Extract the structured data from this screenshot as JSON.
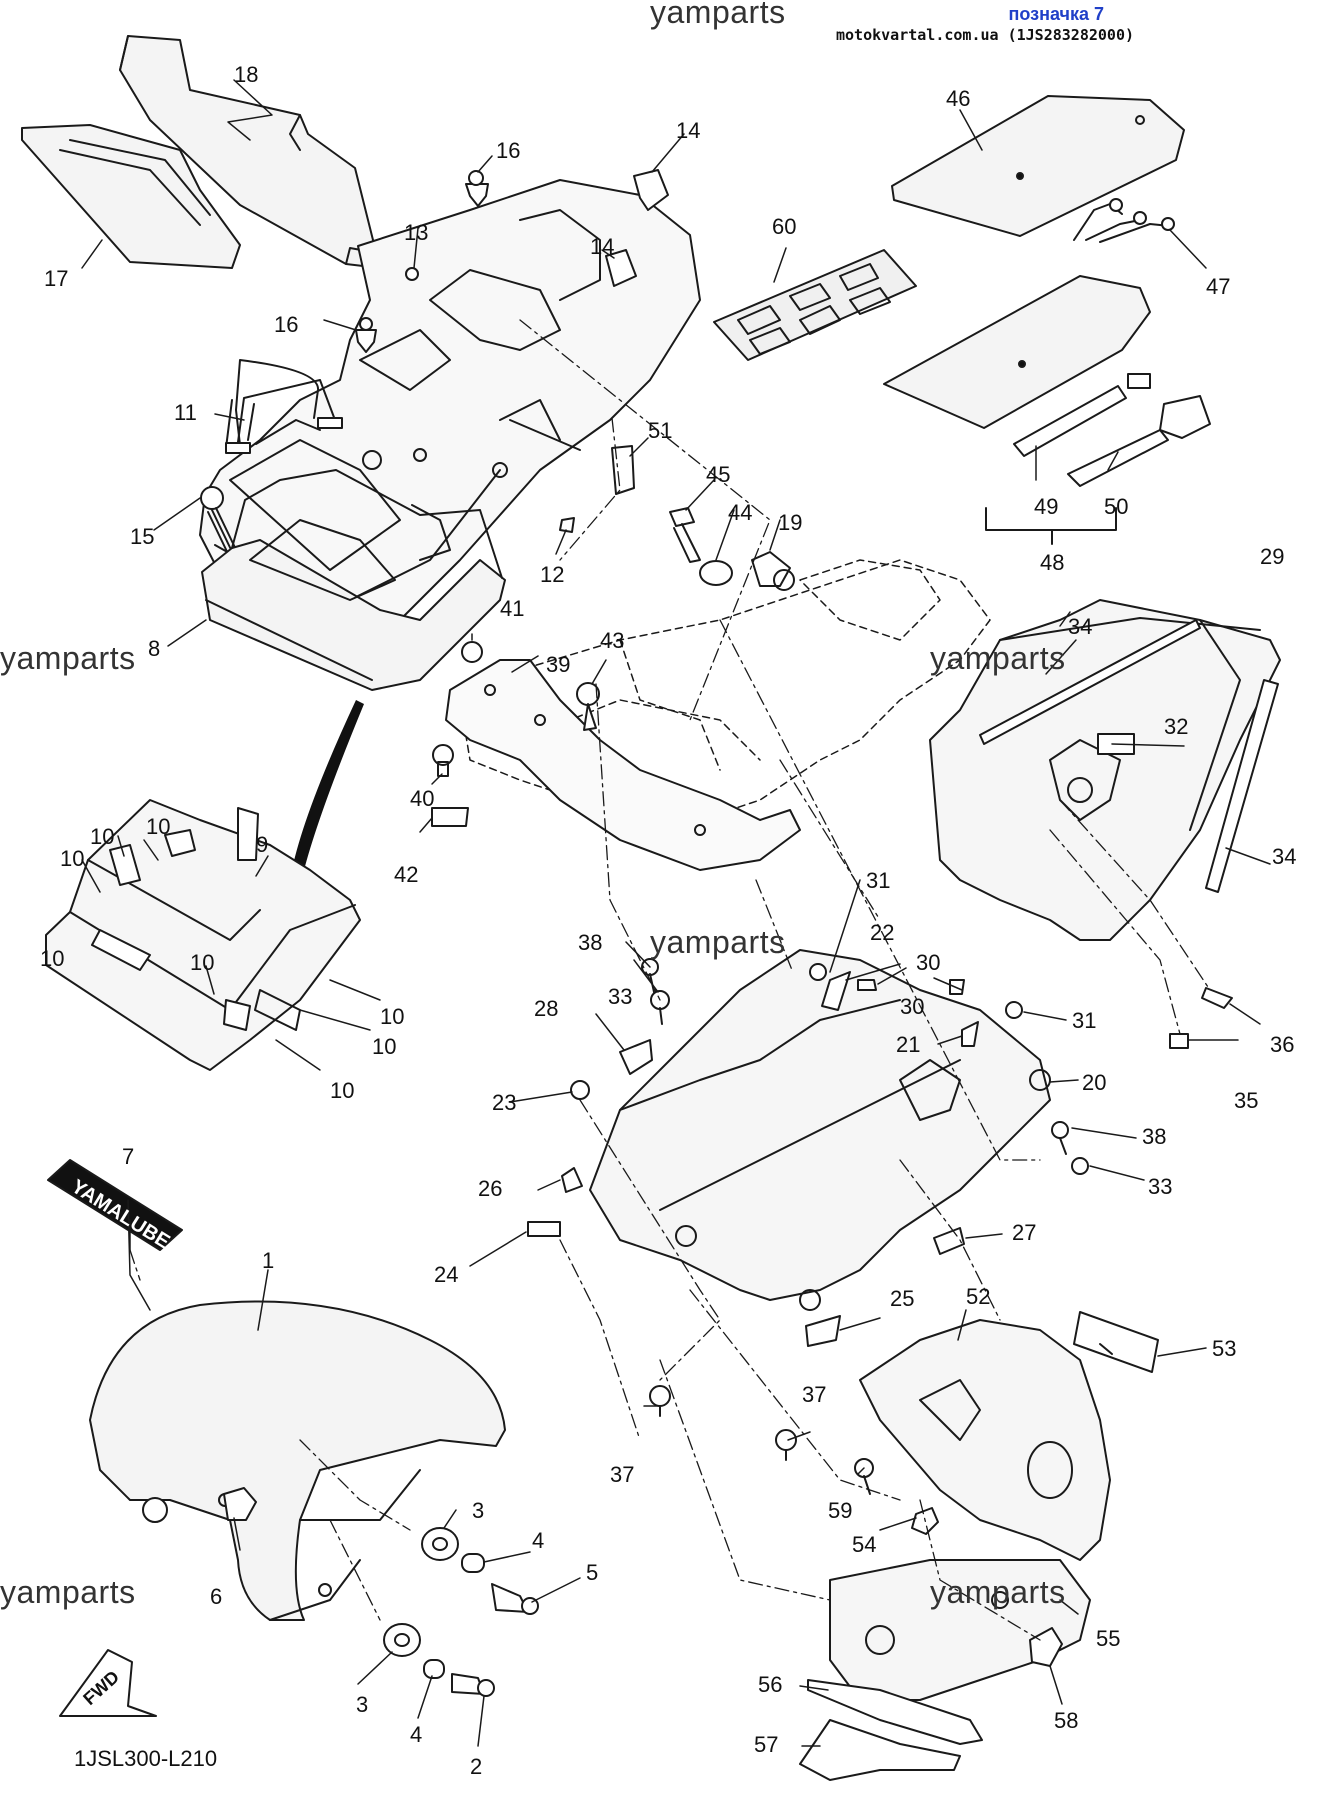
{
  "header": {
    "label": "позначка 7",
    "sub": "motokvartal.com.ua (1JS283282000)"
  },
  "watermarks": [
    "yamparts",
    "yamparts",
    "yamparts",
    "yamparts",
    "yamparts",
    "yamparts"
  ],
  "diagram_code": "1JSL300-L210",
  "fwd_label": "FWD",
  "decal_text": "YAMALUBE",
  "colors": {
    "line": "#1a1a1a",
    "header": "#2040c8",
    "fill": "#f4f4f4"
  },
  "callouts": [
    "18",
    "17",
    "16",
    "14",
    "13",
    "14",
    "16",
    "11",
    "15",
    "8",
    "51",
    "45",
    "44",
    "12",
    "19",
    "41",
    "43",
    "39",
    "60",
    "46",
    "47",
    "49",
    "50",
    "48",
    "29",
    "34",
    "32",
    "34",
    "40",
    "42",
    "10",
    "10",
    "9",
    "10",
    "10",
    "10",
    "10",
    "10",
    "10",
    "31",
    "38",
    "22",
    "33",
    "30",
    "30",
    "28",
    "21",
    "31",
    "20",
    "23",
    "38",
    "26",
    "33",
    "27",
    "24",
    "25",
    "52",
    "53",
    "7",
    "1",
    "37",
    "37",
    "59",
    "54",
    "3",
    "4",
    "5",
    "6",
    "3",
    "4",
    "2",
    "56",
    "55",
    "57",
    "58",
    "36",
    "35"
  ]
}
